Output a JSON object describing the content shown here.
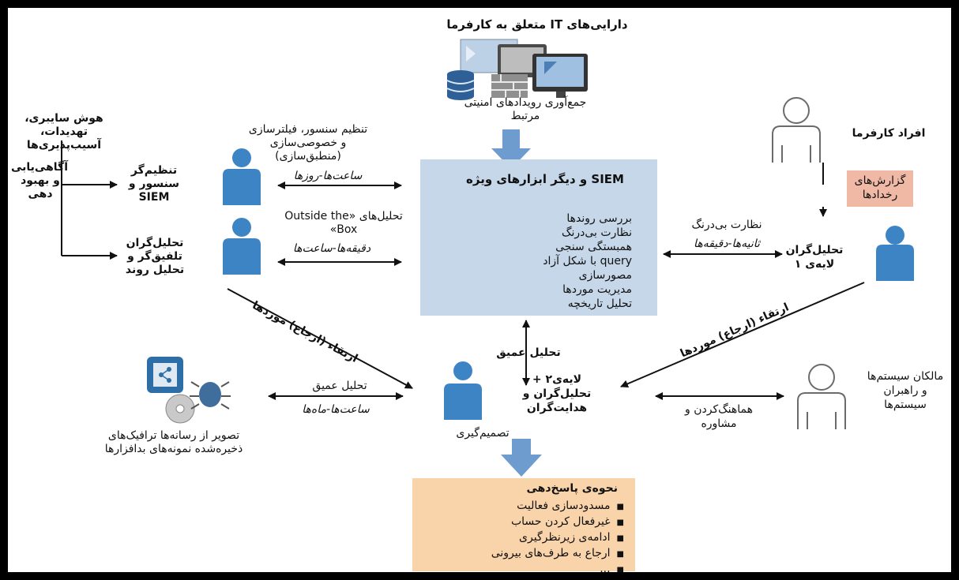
{
  "colors": {
    "siem_box": "#c5d7e9",
    "response_box": "#f9d3a9",
    "reports_box": "#efb9a5",
    "person_blue": "#3d84c4",
    "flow_arrow": "#6f9ccf",
    "outline_gray": "#6b6b6b"
  },
  "assets": {
    "title": "دارایی‌های IT متعلق به کارفرما",
    "collect": "جمع‌آوری رویدادهای امنیتی مرتبط",
    "icon": "servers-database-monitors-icon"
  },
  "siem": {
    "title": "SIEM و دیگر ابزارهای ویژه",
    "items": [
      "بررسی روندها",
      "نظارت بی‌درنگ",
      "همبستگی سنجی",
      "query با شکل آزاد",
      "مصورسازی",
      "مدیریت موردها",
      "تحلیل تاریخچه"
    ]
  },
  "intel": {
    "title": "هوش سایبری، تهدیدات، آسیب‌پذیری‌ها",
    "awareness": "آگاهی‌یابی و بهبود دهی"
  },
  "tuner": {
    "label": "تنظیم‌گر سنسور و SIEM",
    "task": "تنظیم سنسور، فیلترسازی و خصوصی‌سازی (منطبق‌سازی)",
    "time": "ساعت‌ها-روزها"
  },
  "fusion": {
    "label": "تحلیل‌گران تلفیق‌گر و تحلیل روند",
    "task": "تحلیل‌های «Outside the Box»",
    "time": "دقیقه‌ها-ساعت‌ها",
    "escalation": "ارتقاء (ارجاع) موردها"
  },
  "employees": {
    "label": "افراد کارفرما",
    "reports": "گزارش‌های رخدادها"
  },
  "tier1": {
    "label": "تحلیل‌گران لایه‌ی ۱",
    "task": "نظارت بی‌درنگ",
    "time": "ثانیه‌ها-دقیقه‌ها",
    "escalation": "ارتقاء (ارجاع) موردها"
  },
  "tier2": {
    "label": "لایه‌ی۲ + تحلیل‌گران و هدایت‌گران",
    "deep": "تحلیل عمیق",
    "decision": "تصمیم‌گیری"
  },
  "media": {
    "label": "تصویر از رسانه‌ها ترافیک‌های ذخیره‌شده نمونه‌های بدافزارها",
    "task": "تحلیل عمیق",
    "time": "ساعت‌ها-ماه‌ها",
    "icon": "media-malware-icon"
  },
  "owners": {
    "label": "مالکان سیستم‌ها و راهبران سیستم‌ها",
    "task": "هماهنگ‌کردن و مشاوره"
  },
  "response": {
    "title": "نحوه‌ی پاسخ‌دهی",
    "items": [
      "مسدودسازی فعالیت",
      "غیرفعال کردن حساب",
      "ادامه‌ی زیرنظرگیری",
      "ارجاع به طرف‌های بیرونی",
      "..."
    ]
  }
}
